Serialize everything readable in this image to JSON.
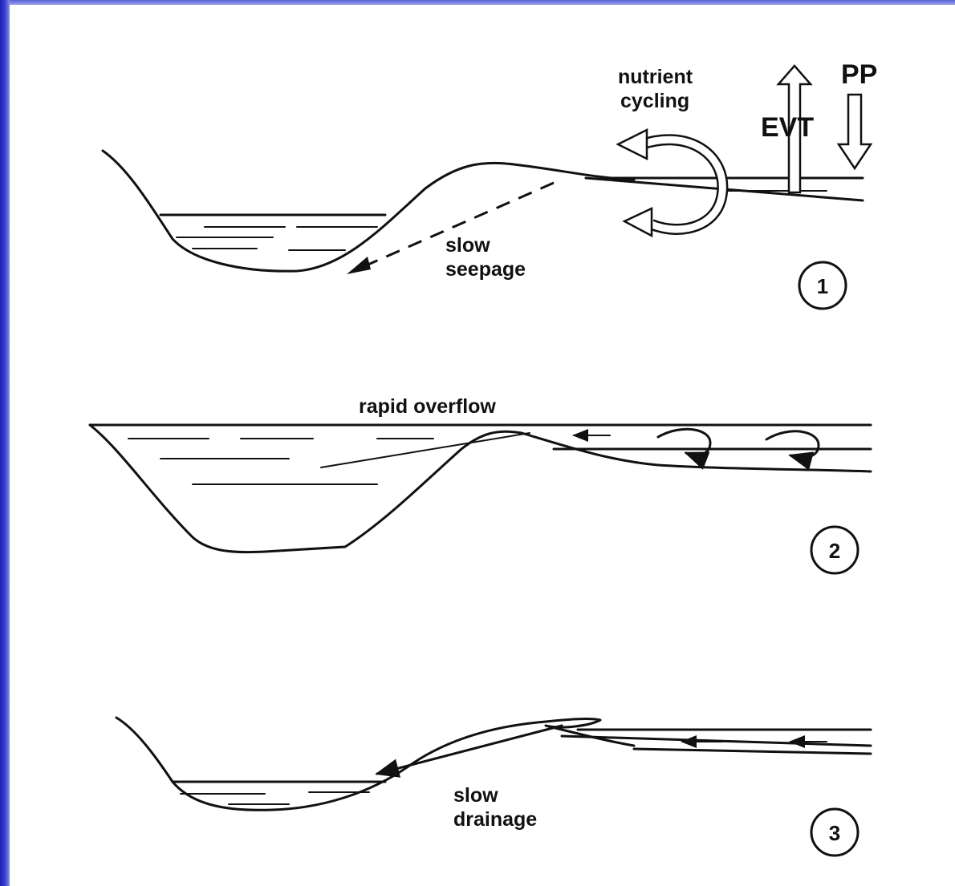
{
  "labels": {
    "nutrient_line1": "nutrient",
    "nutrient_line2": "cycling",
    "evt": "EVT",
    "pp": "PP",
    "seepage_line1": "slow",
    "seepage_line2": "seepage",
    "overflow": "rapid overflow",
    "drainage_line1": "slow",
    "drainage_line2": "drainage"
  },
  "panels": [
    {
      "number": "1"
    },
    {
      "number": "2"
    },
    {
      "number": "3"
    }
  ]
}
